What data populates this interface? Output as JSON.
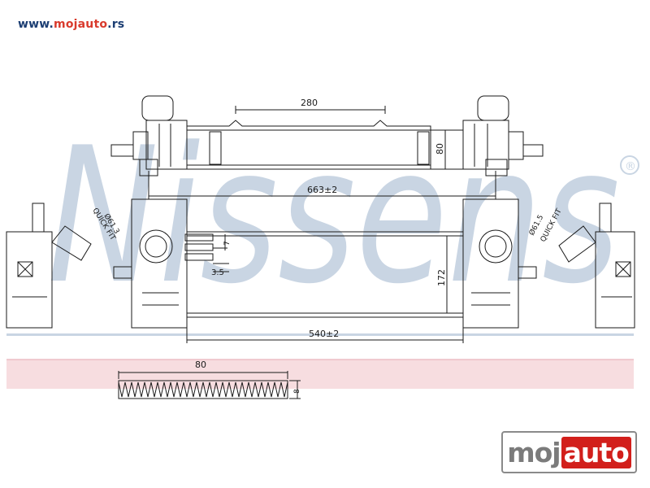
{
  "header": {
    "url_part1": "www.",
    "url_part2": "mojauto",
    "url_part3": ".rs"
  },
  "watermark": {
    "brand": "Nissens",
    "registered_symbol": "®"
  },
  "dimensions": {
    "top_width": "280",
    "top_height": "80",
    "top_length": "663±2",
    "core_height": "172",
    "core_length": "540±2",
    "fin_pitch": "7",
    "fin_gap": "3.5",
    "connector_left": "Ø61.3",
    "connector_left_type": "QUICK FIT",
    "connector_right": "Ø61.5",
    "connector_right_type": "QUICK FIT",
    "section_width": "80",
    "section_height": "8"
  },
  "logo": {
    "part1": "moj",
    "part2": "auto"
  },
  "colors": {
    "watermark": "#c9d5e3",
    "band": "#f7dde0",
    "band_line": "#e6a6b0",
    "line": "#1a1a1a",
    "brand_blue": "#1c3e73",
    "brand_red": "#d21f1b"
  }
}
